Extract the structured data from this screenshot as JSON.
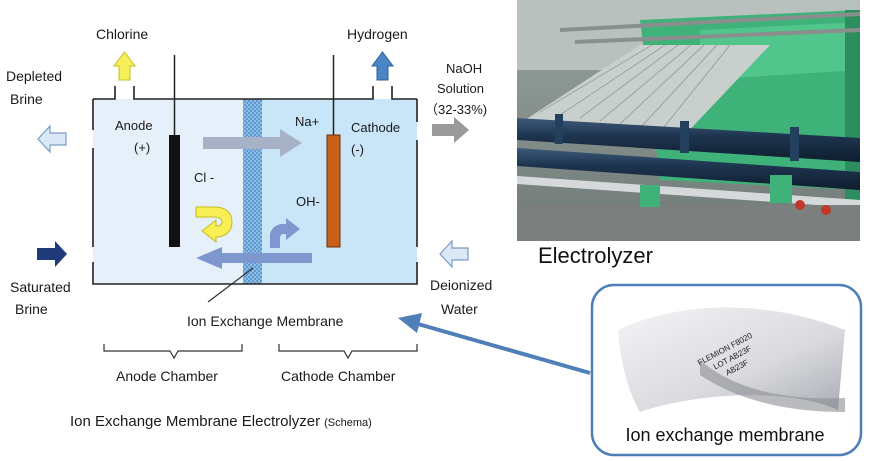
{
  "schema": {
    "chlorine": "Chlorine",
    "hydrogen": "Hydrogen",
    "depleted_brine": [
      "Depleted",
      "Brine"
    ],
    "naoh_solution": [
      "NaOH",
      "Solution",
      "（32-33%)"
    ],
    "anode": [
      "Anode",
      "(+)"
    ],
    "cathode": [
      "Cathode",
      "(-)"
    ],
    "na_ion": "Na+",
    "cl_ion": "Cl -",
    "oh_ion": "OH-",
    "saturated_brine": [
      "Saturated",
      "Brine"
    ],
    "deionized_water": [
      "Deionized",
      "Water"
    ],
    "membrane_label": "Ion Exchange Membrane",
    "anode_chamber": "Anode Chamber",
    "cathode_chamber": "Cathode Chamber",
    "title": "Ion Exchange Membrane Electrolyzer",
    "title_suffix": "(Schema)"
  },
  "photo": {
    "caption": "Electrolyzer"
  },
  "inset": {
    "caption": "Ion exchange membrane",
    "film_text": [
      "FLEMION F8020",
      "LOT AB23F",
      "AB23F"
    ]
  },
  "colors": {
    "anode_side": "#e6f0fa",
    "cathode_side": "#c9e6f8",
    "membrane": "#7fb0dd",
    "anode_rod": "#111111",
    "cathode_rod": "#c8601a",
    "chlorine_arrow": "#f5ef5a",
    "hydrogen_arrow": "#4a86c5",
    "saturated_brine_arrow": "#1f3a78",
    "inset_border": "#4f7fb8"
  }
}
